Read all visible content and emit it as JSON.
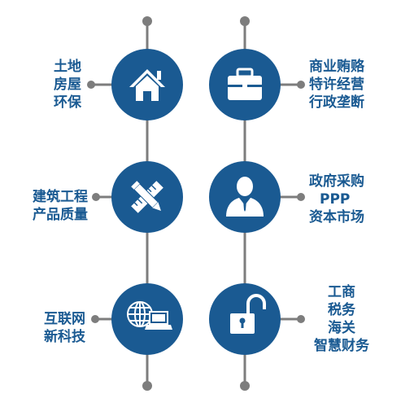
{
  "colors": {
    "circle": "#1a5a92",
    "line": "#7d7d7d",
    "text": "#1a5a92",
    "icon": "#ffffff"
  },
  "left_column": [
    {
      "icon": "house-icon",
      "lines": [
        "土地",
        "房屋",
        "环保"
      ]
    },
    {
      "icon": "pencil-ruler-icon",
      "lines": [
        "建筑工程",
        "产品质量"
      ]
    },
    {
      "icon": "globe-computer-icon",
      "lines": [
        "互联网",
        "新科技"
      ]
    }
  ],
  "right_column": [
    {
      "icon": "briefcase-icon",
      "lines": [
        "商业贿赂",
        "特许经营",
        "行政垄断"
      ]
    },
    {
      "icon": "person-icon",
      "lines": [
        "政府采购",
        "PPP",
        "资本市场"
      ]
    },
    {
      "icon": "unlock-icon",
      "lines": [
        "工商",
        "税务",
        "海关",
        "智慧财务"
      ]
    }
  ]
}
